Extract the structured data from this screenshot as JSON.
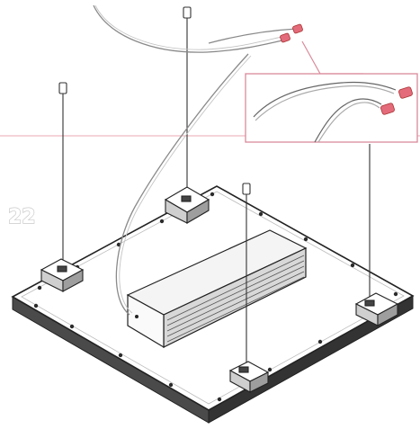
{
  "figure": {
    "step_number": "22",
    "colors": {
      "panel_outline": "#2a2a2a",
      "panel_edge": "#3a3a3a",
      "wire": "#8a8a8a",
      "connector": "#e36b7a",
      "callout_frame": "#d98a9a",
      "reference_line": "#e9a7b0"
    },
    "icons": [
      "hanging-cable",
      "mounting-bracket",
      "led-driver",
      "wire-connector"
    ]
  }
}
